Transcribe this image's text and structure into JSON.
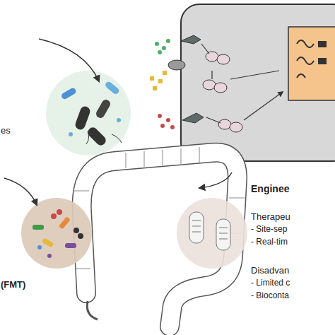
{
  "diagram": {
    "labels": [
      "es",
      "(FMT)",
      "Enginee",
      "Therapeu",
      "- Site-sep",
      "- Real-tim",
      "Disadvan",
      "- Limited c",
      "- Bioconta"
    ]
  }
}
